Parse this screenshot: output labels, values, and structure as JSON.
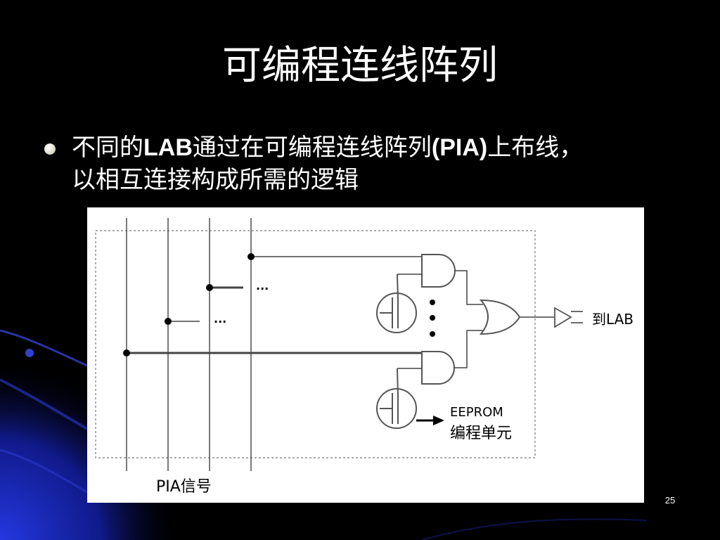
{
  "slide": {
    "title": "可编程连线阵列",
    "bullet": {
      "part1": "不同的",
      "part2": "LAB",
      "part3": "通过在可编程连线阵列",
      "part4": "(PIA)",
      "part5": "上布线，",
      "line2": "以相互连接构成所需的逻辑"
    },
    "page_number": "25"
  },
  "diagram": {
    "output_label": "到LAB",
    "eeprom_label": "EEPROM",
    "cell_label": "编程单元",
    "pia_label": "PIA信号",
    "ellipsis": "..."
  },
  "colors": {
    "background": "#000000",
    "accent_glow": "#1a2cc4",
    "text": "#ffffff"
  }
}
